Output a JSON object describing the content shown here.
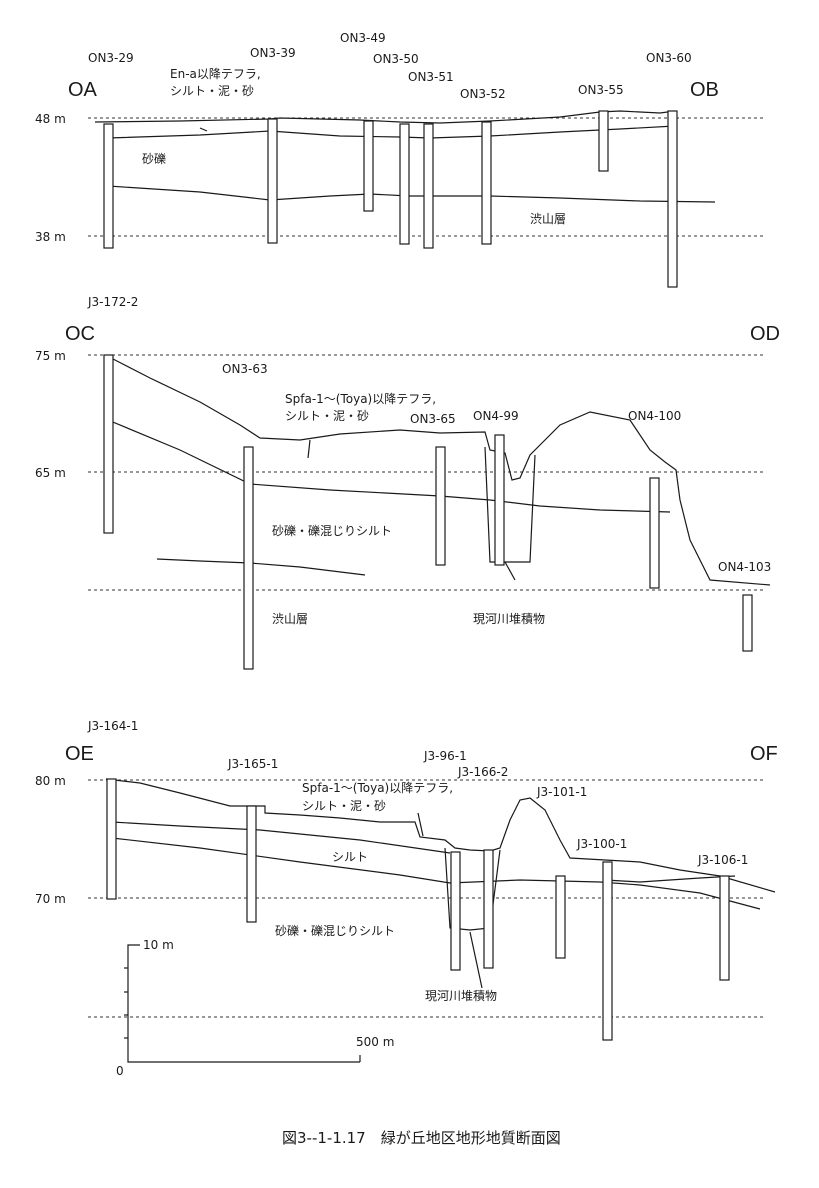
{
  "caption": "図3--1-1.17　緑が丘地区地形地質断面図",
  "sections": [
    {
      "left_tag": "OA",
      "right_tag": "OB",
      "elevations": [
        "48 m",
        "38 m"
      ],
      "boreholes": [
        "ON3-29",
        "ON3-39",
        "ON3-49",
        "ON3-50",
        "ON3-51",
        "ON3-52",
        "ON3-55",
        "ON3-60"
      ],
      "layers": {
        "top": "En-a以降テフラ,",
        "top2": "シルト・泥・砂",
        "middle": "砂礫",
        "bottom": "渋山層"
      }
    },
    {
      "left_tag": "OC",
      "right_tag": "OD",
      "elevations": [
        "75 m",
        "65 m"
      ],
      "boreholes": [
        "J3-172-2",
        "ON3-63",
        "ON3-65",
        "ON4-99",
        "ON4-100",
        "ON4-103"
      ],
      "layers": {
        "top": "Spfa-1～(Toya)以降テフラ,",
        "top2": "シルト・泥・砂",
        "middle": "砂礫・礫混じりシルト",
        "bottom": "渋山層",
        "river": "現河川堆積物"
      }
    },
    {
      "left_tag": "OE",
      "right_tag": "OF",
      "elevations": [
        "80 m",
        "70 m"
      ],
      "boreholes": [
        "J3-164-1",
        "J3-165-1",
        "J3-96-1",
        "J3-166-2",
        "J3-101-1",
        "J3-100-1",
        "J3-106-1"
      ],
      "layers": {
        "top": "Spfa-1～(Toya)以降テフラ,",
        "top2": "シルト・泥・砂",
        "middle": "シルト",
        "bottom": "砂礫・礫混じりシルト",
        "river": "現河川堆積物"
      }
    }
  ],
  "scale": {
    "vertical": "10 m",
    "horizontal": "500 m",
    "origin": "0"
  }
}
